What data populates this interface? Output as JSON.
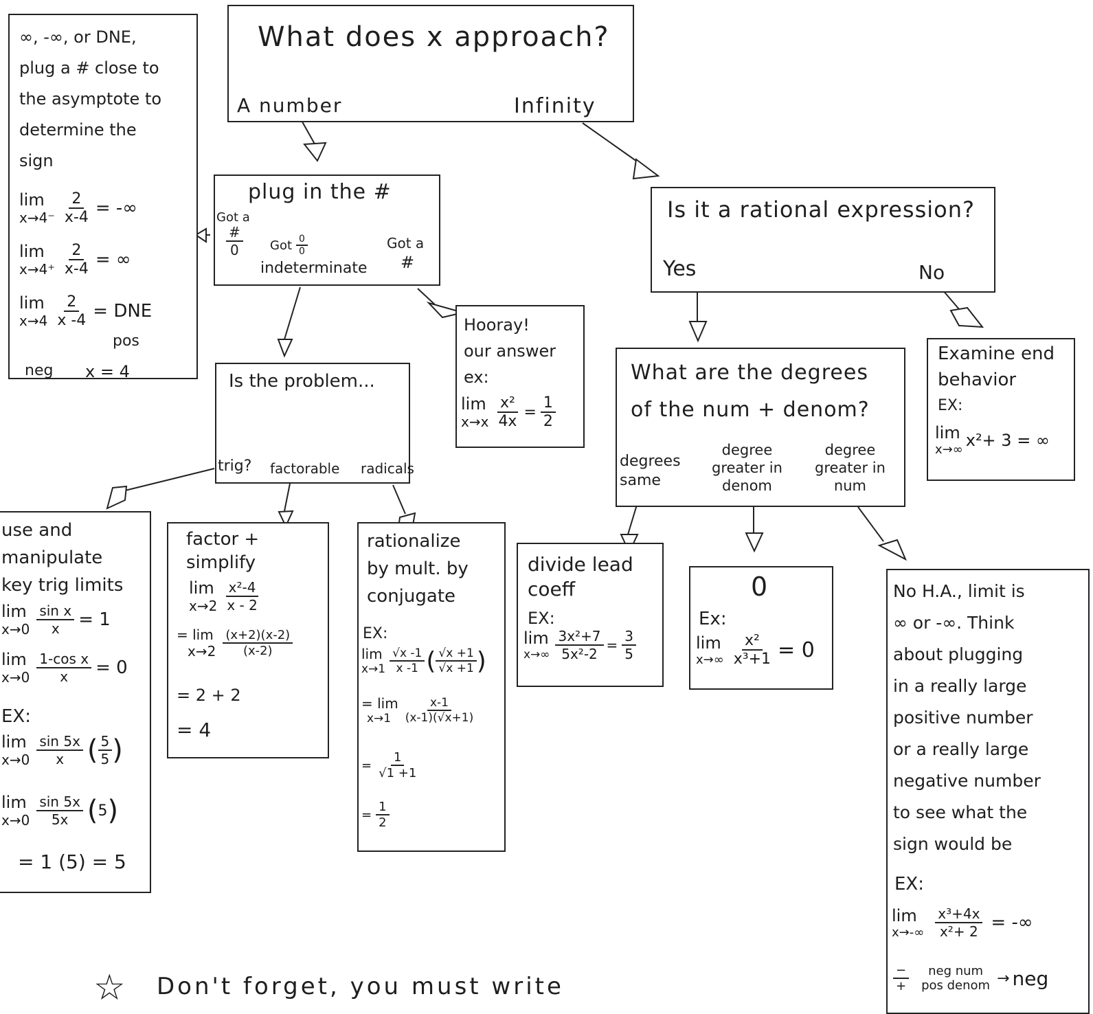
{
  "start": {
    "question": "What does x approach?",
    "opt_number": "A number",
    "opt_infinity": "Infinity"
  },
  "plug": {
    "title": "plug in the #",
    "got_a": "Got a",
    "frac_num": "#",
    "frac_den": "0",
    "got_label": "Got",
    "zero_num": "0",
    "zero_den": "0",
    "indeterminate": "indeterminate",
    "got_a_num": "Got a",
    "hash": "#"
  },
  "inf_box": {
    "text": "∞, -∞, or DNE,\nplug a # close to\nthe asymptote to\ndetermine the\nsign",
    "ex1_lim": "lim",
    "ex1_sub": "x→4⁻",
    "ex1_num": "2",
    "ex1_den": "x-4",
    "ex1_res": "= -∞",
    "ex2_lim": "lim",
    "ex2_sub": "x→4⁺",
    "ex2_num": "2",
    "ex2_den": "x-4",
    "ex2_res": "= ∞",
    "ex3_lim": "lim",
    "ex3_sub": "x→4",
    "ex3_num": "2",
    "ex3_den": "x -4",
    "ex3_res": "= DNE",
    "pos": "pos",
    "neg": "neg",
    "x_eq": "x = 4"
  },
  "hooray": {
    "text": "Hooray!\nour answer\nex:",
    "lim": "lim",
    "sub": "x→x",
    "num": "x²",
    "den": "4x",
    "eq": "=",
    "rnum": "1",
    "rden": "2"
  },
  "problem": {
    "title": "Is the problem...",
    "trig": "trig?",
    "factorable": "factorable",
    "radicals": "radicals"
  },
  "trig_box": {
    "text": "use and\nmanipulate\nkey trig limits",
    "l1": "lim",
    "s1": "x→0",
    "n1": "sin x",
    "d1": "x",
    "r1": "= 1",
    "l2": "lim",
    "s2": "x→0",
    "n2": "1-cos x",
    "d2": "x",
    "r2": "= 0",
    "ex": "EX:",
    "l3": "lim",
    "s3": "x→0",
    "n3": "sin 5x",
    "d3": "x",
    "p3n": "5",
    "p3d": "5",
    "l4": "lim",
    "s4": "x→0",
    "n4": "sin 5x",
    "d4": "5x",
    "p4": "5",
    "r4": "= 1 (5) = 5"
  },
  "factor_box": {
    "text": "factor +\nsimplify",
    "l1": "lim",
    "s1": "x→2",
    "n1": "x²-4",
    "d1": "x - 2",
    "l2": "= lim",
    "s2": "x→2",
    "n2": "(x+2)(x-2)",
    "d2": "(x-2)",
    "r1": "= 2 + 2",
    "r2": "= 4"
  },
  "rad_box": {
    "text": "rationalize\nby mult. by\nconjugate",
    "ex": "EX:",
    "l1": "lim",
    "s1": "x→1",
    "n1": "√x -1",
    "d1": "x -1",
    "cn": "√x +1",
    "cd": "√x +1",
    "l2": "= lim",
    "s2": "x→1",
    "n2": "x-1",
    "d2": "(x-1)(√x+1)",
    "f3n": "1",
    "f3d": "√1 +1",
    "f4n": "1",
    "f4d": "2",
    "eq": "="
  },
  "rational": {
    "question": "Is it a rational expression?",
    "yes": "Yes",
    "no": "No"
  },
  "end_box": {
    "text": "Examine end\nbehavior",
    "ex": "EX:",
    "lim": "lim",
    "sub": "x→∞",
    "expr": "x²+ 3 = ∞"
  },
  "degrees": {
    "question": "What are the degrees\nof the num + denom?",
    "same": "degrees\nsame",
    "denom": "degree\ngreater in\ndenom",
    "num": "degree\ngreater in\nnum"
  },
  "lead_box": {
    "text": "divide lead\ncoeff",
    "ex": "EX:",
    "lim": "lim",
    "sub": "x→∞",
    "num": "3x²+7",
    "den": "5x²-2",
    "eq": "=",
    "rnum": "3",
    "rden": "5"
  },
  "zero_box": {
    "big": "0",
    "ex": "Ex:",
    "lim": "lim",
    "sub": "x→∞",
    "num": "x²",
    "den": "x³+1",
    "res": "= 0"
  },
  "noha_box": {
    "text": "No H.A., limit is\n∞ or -∞. Think\nabout plugging\nin a really large\npositive number\nor a really large\nnegative number\nto see what the\nsign would be",
    "ex": "EX:",
    "lim": "lim",
    "sub": "x→-∞",
    "num": "x³+4x",
    "den": "x²+ 2",
    "res": "= -∞",
    "sign_num": "−",
    "sign_den": "+",
    "neg_num": "neg num",
    "pos_denom": "pos denom",
    "neg": "neg"
  },
  "footer": {
    "star": "☆",
    "text": "Don't forget, you must write"
  }
}
